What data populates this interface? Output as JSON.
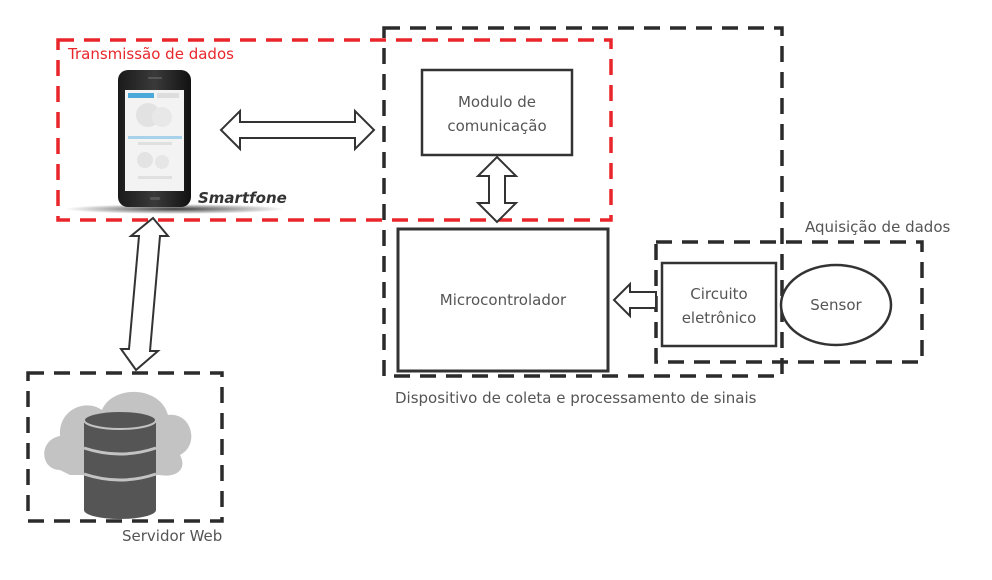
{
  "groups": {
    "transmission": {
      "label": "Transmissão de dados",
      "color": "#e8262b"
    },
    "device": {
      "label": "Dispositivo de coleta e processamento de sinais",
      "color": "#2b2b2b"
    },
    "acquisition": {
      "label": "Aquisição de dados",
      "color": "#2b2b2b"
    },
    "server": {
      "label": "Servidor Web",
      "color": "#2b2b2b"
    }
  },
  "nodes": {
    "smartphone": {
      "label": "Smartfone"
    },
    "comm_module": {
      "line1": "Modulo de",
      "line2": "comunicação"
    },
    "microcontroller": {
      "label": "Microcontrolador"
    },
    "circuit": {
      "line1": "Circuito",
      "line2": "eletrônico"
    },
    "sensor": {
      "label": "Sensor"
    }
  },
  "icons": {
    "smartphone": "smartphone-icon",
    "server": "cloud-database-icon"
  },
  "connections": [
    {
      "from": "smartphone",
      "to": "comm_module",
      "type": "bidirectional"
    },
    {
      "from": "comm_module",
      "to": "microcontroller",
      "type": "bidirectional"
    },
    {
      "from": "smartphone",
      "to": "server",
      "type": "bidirectional"
    },
    {
      "from": "circuit",
      "to": "microcontroller",
      "type": "unidirectional"
    }
  ]
}
